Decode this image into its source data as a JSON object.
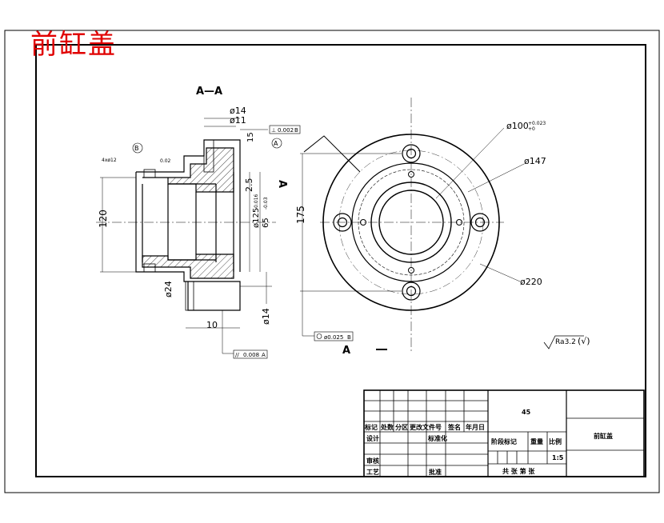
{
  "title_overlay": "前缸盖",
  "section": {
    "label": "A—A",
    "dims": {
      "d14_top": "ø14",
      "d11": "ø11",
      "d120": "120",
      "d24": "ø24",
      "d14_bottom": "ø14",
      "dim10": "10",
      "dim15": "15",
      "dim2_5": "2.5",
      "d125": "ø125",
      "d65": "65"
    },
    "tol_d125": "-0.016",
    "tol_65": "-0.03",
    "tol_4x012": "4xø12",
    "callouts": {
      "perp": "⊥",
      "perp_value": "0.002",
      "perp_ref": "B",
      "par": "//",
      "par_value": "0.008",
      "par_ref": "A"
    },
    "datum_a": "A",
    "datum_b": "B",
    "small_tol": "0.02"
  },
  "view": {
    "d100": "ø100",
    "d100_tol": "+0.023",
    "d100_tol2": "+0",
    "d147": "ø147",
    "d220": "ø220",
    "dim175": "175",
    "cut_a_left": "A",
    "cut_a_bottom": "A",
    "conc_value": "ø0.025",
    "conc_ref": "B",
    "roughness": "Ra3.2",
    "roughness_suffix": "(√)"
  },
  "titleblock": {
    "material": "45",
    "part_name": "前缸盖",
    "headers": [
      "标记",
      "处数",
      "分区",
      "更改文件号",
      "签名",
      "年月日"
    ],
    "design": "设计",
    "standardize": "标准化",
    "review": "审核",
    "process": "工艺",
    "approve": "批准",
    "stage": "阶段标记",
    "weight": "重量",
    "scale_label": "比例",
    "scale_value": "1:5",
    "sheets": "共 张 第 张"
  }
}
